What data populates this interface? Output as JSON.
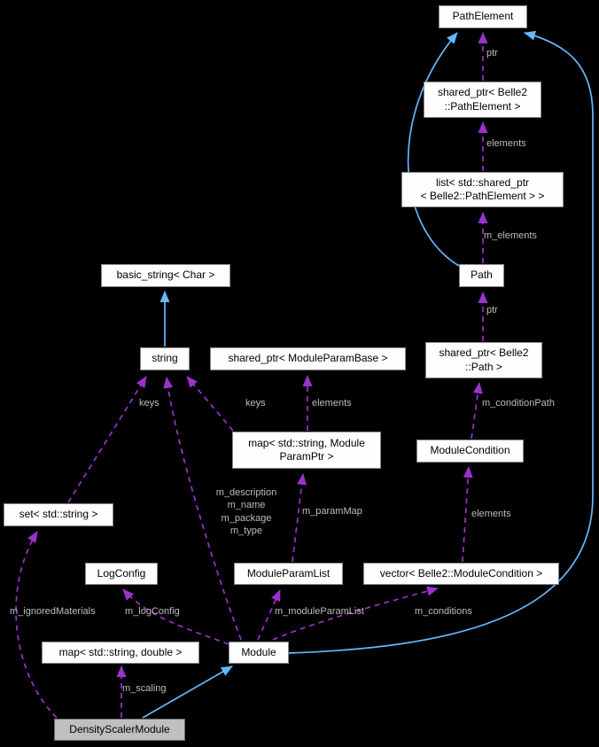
{
  "diagram": {
    "type": "doxygen-collaboration-graph",
    "focus_class": "DensityScalerModule",
    "colors": {
      "background": "#000000",
      "node_fill": "#fefefe",
      "node_border": "#878787",
      "highlight_node_fill": "#bfbfbf",
      "highlight_node_border": "#6a6a6a",
      "node_text": "#000000",
      "usage_edge": "#9a32cd",
      "inheritance_edge": "#63b8ff",
      "edge_label_text": "#bebebe"
    },
    "nodes": {
      "path_element": {
        "label": "PathElement"
      },
      "shared_ptr_path_element": {
        "line1": "shared_ptr< Belle2",
        "line2": "::PathElement >"
      },
      "list_shared_ptr": {
        "line1": "list< std::shared_ptr",
        "line2": "< Belle2::PathElement > >"
      },
      "path": {
        "label": "Path"
      },
      "basic_string": {
        "label": "basic_string< Char >"
      },
      "string": {
        "label": "string"
      },
      "shared_ptr_module_param_base": {
        "label": "shared_ptr< ModuleParamBase >"
      },
      "shared_ptr_path": {
        "line1": "shared_ptr< Belle2",
        "line2": "::Path >"
      },
      "map_module_param_ptr": {
        "line1": "map< std::string, Module",
        "line2": "ParamPtr >"
      },
      "module_condition": {
        "label": "ModuleCondition"
      },
      "set_string": {
        "label": "set< std::string >"
      },
      "log_config": {
        "label": "LogConfig"
      },
      "module_param_list": {
        "label": "ModuleParamList"
      },
      "vector_module_condition": {
        "label": "vector< Belle2::ModuleCondition >"
      },
      "map_string_double": {
        "label": "map< std::string, double >"
      },
      "module": {
        "label": "Module"
      },
      "density_scaler_module": {
        "label": "DensityScalerModule"
      }
    },
    "edge_labels": {
      "ptr_path_element": "ptr",
      "elements_path_element": "elements",
      "m_elements": "m_elements",
      "ptr_path": "ptr",
      "m_condition_path": "m_conditionPath",
      "elements_condition": "elements",
      "keys_left": "keys",
      "keys_mid": "keys",
      "elements_param": "elements",
      "module_members": "m_description\nm_name\nm_package\nm_type",
      "m_param_map": "m_paramMap",
      "m_ignored_materials": "m_ignoredMaterials",
      "m_log_config": "m_logConfig",
      "m_module_param_list": "m_moduleParamList",
      "m_conditions": "m_conditions",
      "m_scaling": "m_scaling"
    }
  }
}
